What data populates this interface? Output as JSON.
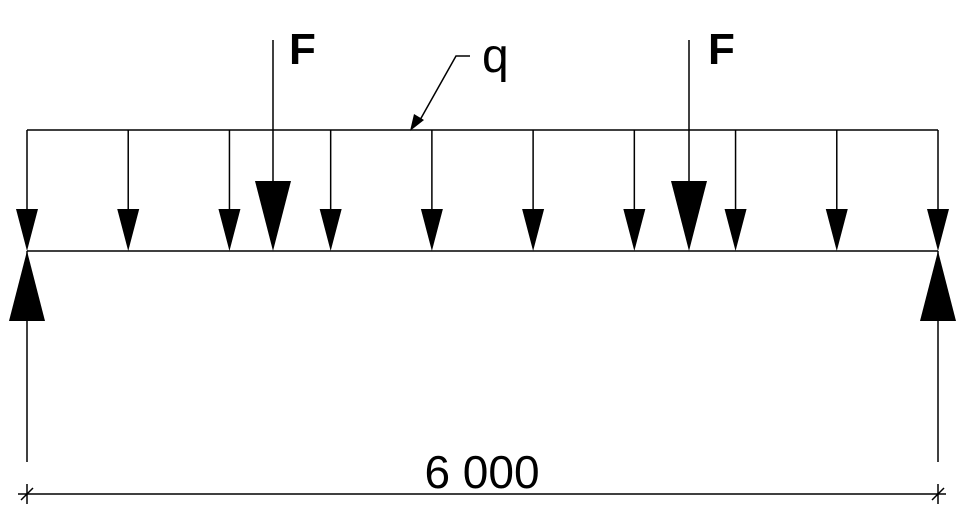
{
  "diagram": {
    "concentrated_load_label_left": "F",
    "concentrated_load_label_right": "F",
    "distributed_load_label": "q",
    "span_dimension": "6 000",
    "distributed_load_arrow_count": 10,
    "concentrated_load_count": 2,
    "support_count": 2
  },
  "colors": {
    "line": "#000000",
    "background": "#ffffff"
  }
}
